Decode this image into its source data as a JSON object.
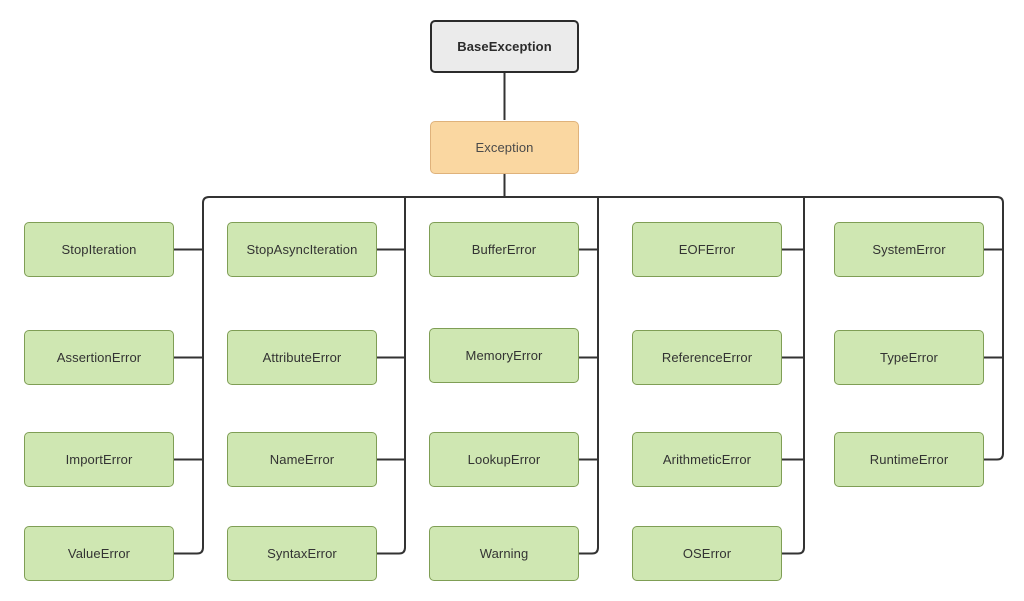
{
  "colors": {
    "background": "#ffffff",
    "connector": "#333333",
    "node_green_fill": "#cfe7b2",
    "node_green_border": "#7f9e55",
    "node_orange_fill": "#fad7a1",
    "node_orange_border": "#dfb27b",
    "node_gray_fill": "#ebebeb",
    "node_gray_border": "#2b2b2b"
  },
  "hierarchy": {
    "root": "BaseException",
    "child": "Exception",
    "columns": [
      {
        "items": [
          "StopIteration",
          "AssertionError",
          "ImportError",
          "ValueError"
        ]
      },
      {
        "items": [
          "StopAsyncIteration",
          "AttributeError",
          "NameError",
          "SyntaxError"
        ]
      },
      {
        "items": [
          "BufferError",
          "MemoryError",
          "LookupError",
          "Warning"
        ]
      },
      {
        "items": [
          "EOFError",
          "ReferenceError",
          "ArithmeticError",
          "OSError"
        ]
      },
      {
        "items": [
          "SystemError",
          "TypeError",
          "RuntimeError"
        ]
      }
    ]
  }
}
